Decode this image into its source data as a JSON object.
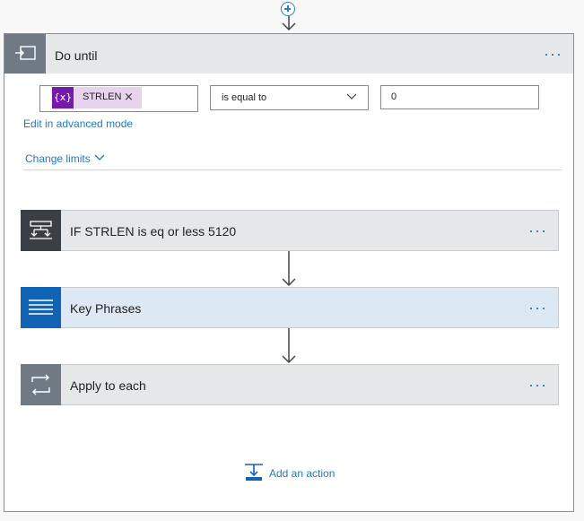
{
  "top": {
    "plus_icon": "plus-circle-icon"
  },
  "loop": {
    "title": "Do until",
    "icon": "do-until-icon",
    "more": "···",
    "condition": {
      "token_label": "STRLEN",
      "token_icon_text": "{x}",
      "token_remove": "×",
      "operator": "is equal to",
      "value": "0"
    },
    "edit_advanced": "Edit in advanced mode",
    "change_limits": "Change limits"
  },
  "steps": [
    {
      "title": "IF STRLEN is eq or less 5120",
      "icon": "condition-icon",
      "color": "#3a3f45",
      "bg": "#e6e7e9"
    },
    {
      "title": "Key Phrases",
      "icon": "text-lines-icon",
      "color": "#1164b5",
      "bg": "#dce8f4"
    },
    {
      "title": "Apply to each",
      "icon": "loop-icon",
      "color": "#707a85",
      "bg": "#e6e7e9"
    }
  ],
  "more": "···",
  "add_action": "Add an action",
  "colors": {
    "accent": "#1e78c8",
    "token": "#7719aa"
  }
}
